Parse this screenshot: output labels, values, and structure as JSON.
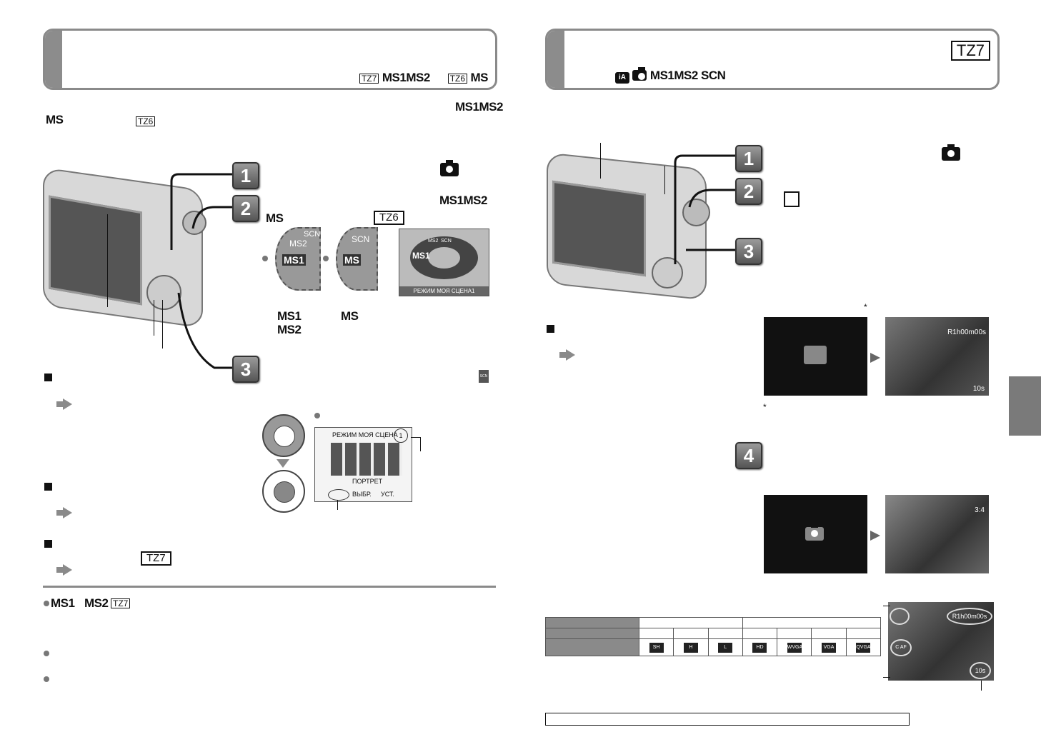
{
  "left_header": {
    "tz7": "TZ7",
    "ms1ms2": "MS1MS2",
    "tz6": "TZ6",
    "ms": "MS"
  },
  "left_intro": {
    "ms1ms2_right": "MS1MS2",
    "ms_left": "MS",
    "tz6": "TZ6"
  },
  "steps_left": {
    "step1": "1",
    "step2": "2",
    "step3": "3"
  },
  "step2_labels": {
    "ms1ms2": "MS1MS2",
    "ms": "MS",
    "tz6": "TZ6"
  },
  "dial_labels": {
    "dial1_ms1": "MS1",
    "dial1_ms2": "MS2",
    "dial1_scn": "SCN",
    "dial2_ms": "MS",
    "dial2_scn": "SCN"
  },
  "lcd_menu": {
    "items": [
      "MS2",
      "SCN"
    ],
    "selected": "MS1",
    "caption": "РЕЖИМ МОЯ СЦЕНА1"
  },
  "dial_captions": {
    "ms1": "MS1",
    "ms2": "MS2",
    "ms": "MS"
  },
  "scene_menu": {
    "title": "РЕЖИМ МОЯ СЦЕНА",
    "page": "1",
    "selected_name": "ПОРТРЕТ",
    "footer_select": "ВЫБР.",
    "footer_set": "УСТ."
  },
  "left_bottom": {
    "tz7": "TZ7",
    "ms1": "MS1",
    "ms2": "MS2",
    "tz7_2": "TZ7"
  },
  "right_header": {
    "tz7": "TZ7",
    "modes": "MS1MS2 SCN",
    "ia": "iA"
  },
  "steps_right": {
    "step1": "1",
    "step2": "2",
    "step3": "3",
    "step4": "4"
  },
  "video_screen": {
    "remaining": "R1h00m00s",
    "elapsed": "10s",
    "asterisk": "*"
  },
  "photo_screen": {
    "count": "3:4"
  },
  "table": {
    "rows": 3,
    "modes": [
      "SH",
      "H",
      "L",
      "HD",
      "WVGA",
      "VGA",
      "QVGA"
    ]
  },
  "detail_screen": {
    "remaining": "R1h00m00s",
    "elapsed": "10s",
    "mode": "C AF"
  },
  "colors": {
    "accent_gray": "#8a8a8a",
    "dark": "#111111",
    "tab": "#8c8c8c"
  },
  "icons": [
    "camera-icon",
    "movie-icon",
    "arrow-right-icon",
    "square-bullet-icon",
    "scn-icon",
    "notepad-icon",
    "ia-icon"
  ]
}
